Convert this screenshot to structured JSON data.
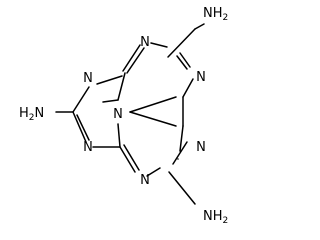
{
  "molecule": {
    "atoms": [
      {
        "id": "N1",
        "label": "N"
      },
      {
        "id": "N2",
        "label": "N"
      },
      {
        "id": "N3",
        "label": "N"
      },
      {
        "id": "N4",
        "label": "N"
      },
      {
        "id": "N5",
        "label": "N"
      },
      {
        "id": "N6",
        "label": "N"
      },
      {
        "id": "Nc",
        "label": "N"
      }
    ],
    "amines": [
      {
        "id": "NH2_top",
        "prefix": "NH",
        "subscript": "2"
      },
      {
        "id": "NH2_left",
        "prefix": "H",
        "subscript": "2",
        "suffix": "N"
      },
      {
        "id": "NH2_bottom",
        "prefix": "NH",
        "subscript": "2"
      }
    ]
  }
}
